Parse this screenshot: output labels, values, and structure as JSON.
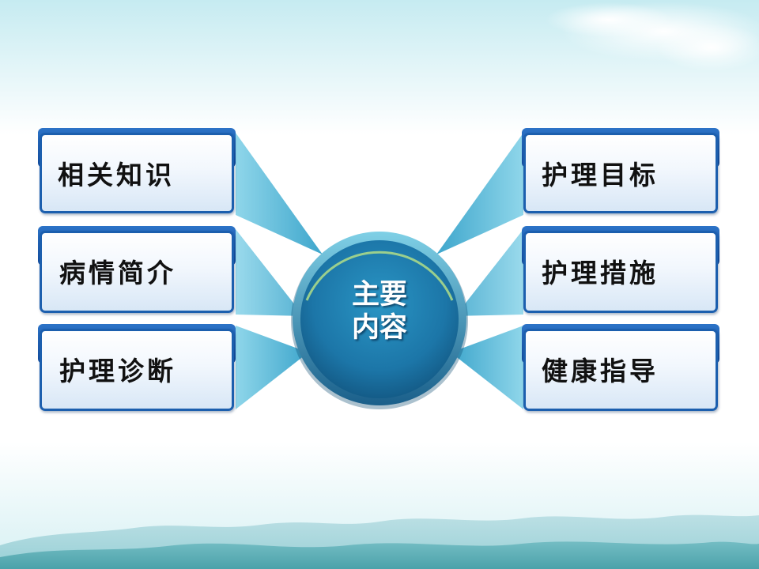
{
  "center": {
    "line1": "主要",
    "line2": "内容"
  },
  "left_items": [
    "相关知识",
    "病情简介",
    "护理诊断"
  ],
  "right_items": [
    "护理目标",
    "护理措施",
    "健康指导"
  ],
  "colors": {
    "hub_fill": "#1e7fb0",
    "connector": "#6ec6df",
    "box_border": "#1c5fae",
    "sky": "#cfeef4"
  }
}
